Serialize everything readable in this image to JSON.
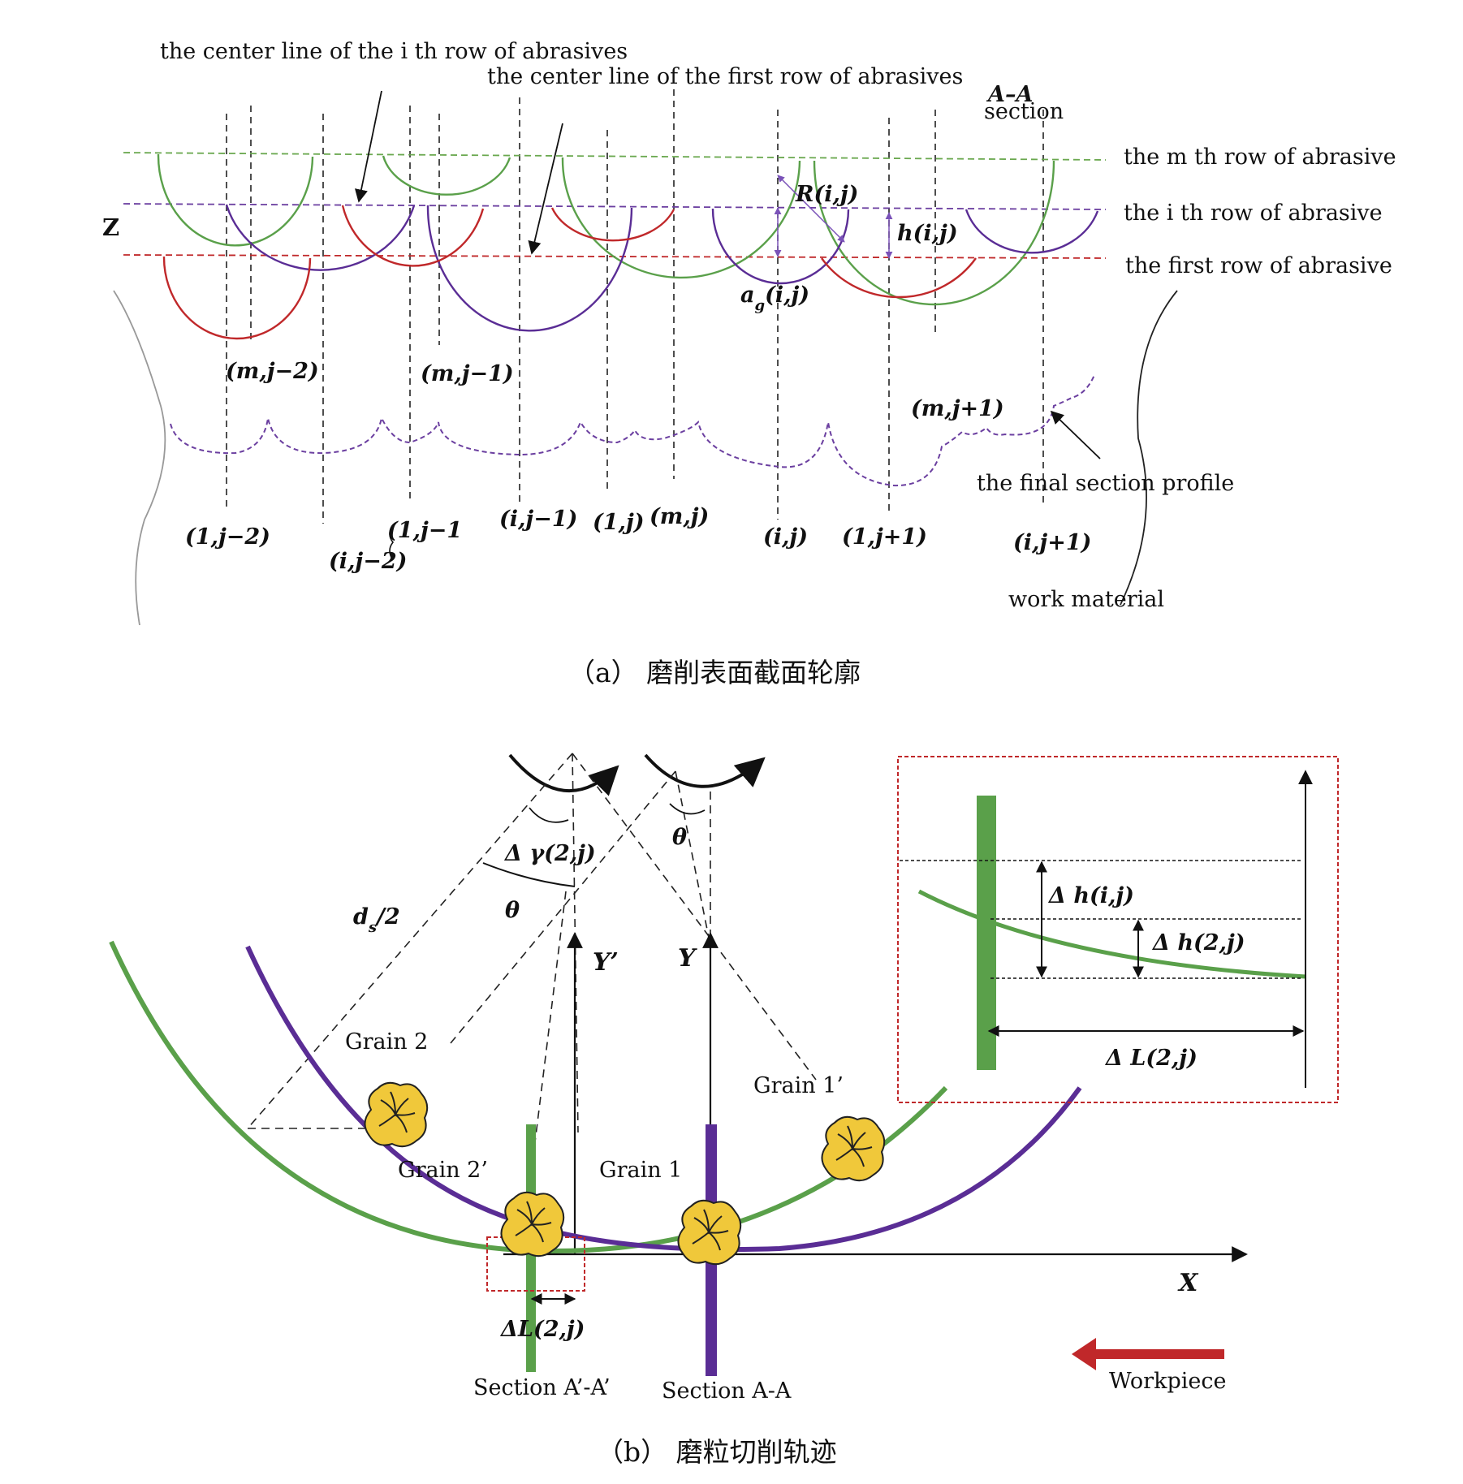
{
  "top": {
    "annot_ith_center": "the center line of the i th row of abrasives",
    "annot_first_center": "the center line of the first row of abrasives",
    "section_label_1": "A–A",
    "section_label_2": "section",
    "row_m": "the m th row of abrasive",
    "row_i": "the i th row of abrasive",
    "row_first": "the first row of abrasive",
    "axis_z": "Z",
    "sym_R": "R(i,j)",
    "sym_h": "h(i,j)",
    "sym_ag_a": "a",
    "sym_ag_g": "g",
    "sym_ag_rest": "(i,j)",
    "final_profile": "the final section profile",
    "work_material": "work material",
    "idx": {
      "m_jm2": "(m,j−2)",
      "m_jm1": "(m,j−1)",
      "m_jp1": "(m,j+1)",
      "one_jm2": "(1,j−2)",
      "one_jm1": "(1,j−1",
      "i_jm2": "(i,j−2)",
      "i_jm1": "(i,j−1)",
      "one_j": "(1,j)",
      "m_j": "(m,j)",
      "i_j": "(i,j)",
      "one_jp1": "(1,j+1)",
      "i_jp1": "(i,j+1)"
    },
    "caption": "（a） 磨削表面截面轮廓"
  },
  "bottom": {
    "delta_gamma": "Δ γ(2,j)",
    "theta": "θ",
    "ds_d": "d",
    "ds_s": "s",
    "ds_rest": "/2",
    "y_prime": "Y’",
    "y": "Y",
    "x": "X",
    "grain2": "Grain 2",
    "grain2p": "Grain 2’",
    "grain1": "Grain 1",
    "grain1p": "Grain 1’",
    "dL": "ΔL(2,j)",
    "section_ap": "Section A’-A’",
    "section_a": "Section A-A",
    "workpiece": "Workpiece",
    "inset_dh_i": "Δ h(i,j)",
    "inset_dh_2": "Δ h(2,j)",
    "inset_dL": "Δ L(2,j)",
    "caption": "（b） 磨粒切削轨迹"
  },
  "colors": {
    "green": "#5aa04a",
    "purple": "#5a2d95",
    "red": "#c0282a",
    "grain_fill": "#f0c83a",
    "arrow_red": "#c0282a"
  }
}
